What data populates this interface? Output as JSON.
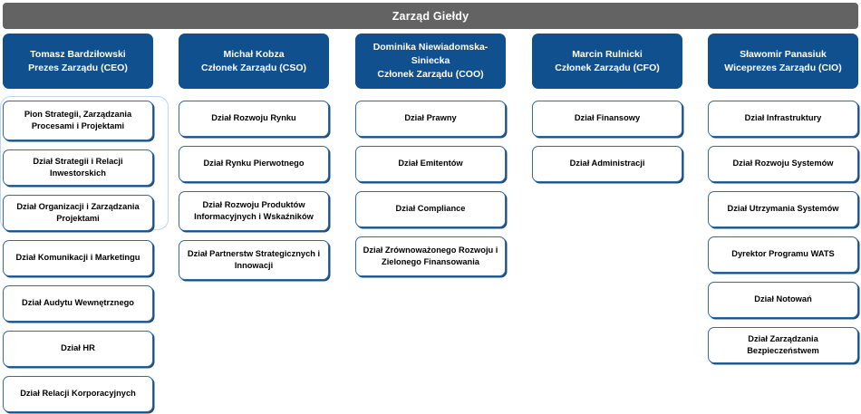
{
  "header": {
    "title": "Zarząd Giełdy",
    "bar_color": "#636363"
  },
  "theme": {
    "exec_card_color": "#10508F",
    "unit_border_color": "#2E6DA8",
    "unit_shadow_color": "#1F4E79",
    "group_frame_color": "#BDD7EE",
    "background": "#FFFFFF",
    "exec_text_color": "#FFFFFF",
    "unit_text_color": "#000000"
  },
  "columns": [
    {
      "exec": {
        "name": "Tomasz Bardziłowski",
        "role": "Prezes Zarządu (CEO)"
      },
      "group_frame": true,
      "group_frame_count": 3,
      "units": [
        {
          "label": "Pion Strategii, Zarządzania Procesami i Projektami"
        },
        {
          "label": "Dział Strategii i Relacji Inwestorskich"
        },
        {
          "label": "Dział Organizacji i Zarządzania Projektami"
        },
        {
          "label": "Dział Komunikacji i Marketingu"
        },
        {
          "label": "Dział Audytu Wewnętrznego"
        },
        {
          "label": "Dział HR"
        },
        {
          "label": "Dział Relacji Korporacyjnych"
        }
      ]
    },
    {
      "exec": {
        "name": "Michał Kobza",
        "role": "Członek Zarządu (CSO)"
      },
      "group_frame": false,
      "group_frame_count": 0,
      "units": [
        {
          "label": "Dział Rozwoju Rynku"
        },
        {
          "label": "Dział Rynku Pierwotnego"
        },
        {
          "label": "Dział Rozwoju Produktów Informacyjnych i Wskaźników"
        },
        {
          "label": "Dział Partnerstw Strategicznych i Innowacji"
        }
      ]
    },
    {
      "exec": {
        "name": "Dominika Niewiadomska-Siniecka",
        "role": "Członek Zarządu (COO)"
      },
      "group_frame": false,
      "group_frame_count": 0,
      "units": [
        {
          "label": "Dział Prawny"
        },
        {
          "label": "Dział Emitentów"
        },
        {
          "label": "Dział Compliance"
        },
        {
          "label": "Dział Zrównoważonego Rozwoju i Zielonego Finansowania"
        }
      ]
    },
    {
      "exec": {
        "name": "Marcin Rulnicki",
        "role": "Członek Zarządu (CFO)"
      },
      "group_frame": false,
      "group_frame_count": 0,
      "units": [
        {
          "label": "Dział Finansowy"
        },
        {
          "label": "Dział Administracji"
        }
      ]
    },
    {
      "exec": {
        "name": "Sławomir Panasiuk",
        "role": "Wiceprezes Zarządu (CIO)"
      },
      "group_frame": false,
      "group_frame_count": 0,
      "units": [
        {
          "label": "Dział Infrastruktury"
        },
        {
          "label": "Dział Rozwoju Systemów"
        },
        {
          "label": "Dział Utrzymania Systemów"
        },
        {
          "label": "Dyrektor Programu WATS"
        },
        {
          "label": "Dział Notowań"
        },
        {
          "label": "Dział Zarządzania Bezpieczeństwem"
        }
      ]
    }
  ]
}
